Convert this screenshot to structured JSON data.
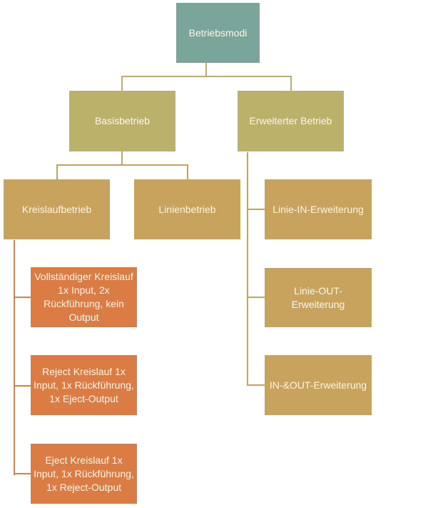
{
  "diagram": {
    "root": {
      "label": "Betriebsmodi"
    },
    "level2": [
      {
        "label": "Basisbetrieb"
      },
      {
        "label": "Erweiterter Betrieb"
      }
    ],
    "basis_children": [
      {
        "label": "Kreislaufbetrieb"
      },
      {
        "label": "Linienbetrieb"
      }
    ],
    "kreislauf_children": [
      {
        "label": "Vollständiger Kreislauf 1x Input, 2x Rückführung, kein Output"
      },
      {
        "label": "Reject Kreislauf 1x Input, 1x Rückführung, 1x Eject-Output"
      },
      {
        "label": "Eject Kreislauf 1x Input, 1x Rückführung, 1x Reject-Output"
      }
    ],
    "erweitert_children": [
      {
        "label": "Linie-IN-Erweiterung"
      },
      {
        "label": "Linie-OUT-Erweiterung"
      },
      {
        "label": "IN-&OUT-Erweiterung"
      }
    ],
    "colors": {
      "root": "#7aa59a",
      "level2": "#bcb16b",
      "level3": "#c8a35d",
      "level4": "#db7c44"
    }
  }
}
